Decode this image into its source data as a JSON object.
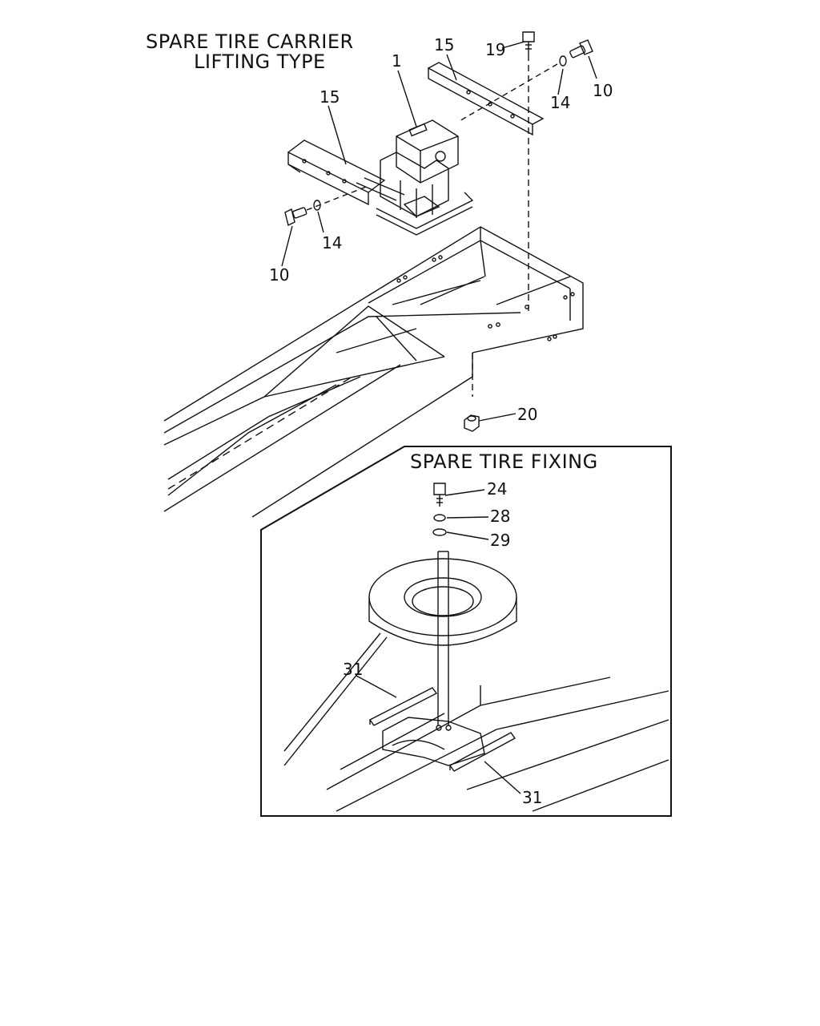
{
  "titles": {
    "main_line1": "SPARE TIRE CARRIER",
    "main_line2": "LIFTING TYPE",
    "inset": "SPARE TIRE FIXING"
  },
  "callouts": {
    "c1": "1",
    "c15_left": "15",
    "c15_right": "15",
    "c19": "19",
    "c10_right": "10",
    "c14_right": "14",
    "c14_left": "14",
    "c10_left": "10",
    "c20": "20",
    "c24": "24",
    "c28": "28",
    "c29": "29",
    "c31_left": "31",
    "c31_right": "31"
  },
  "colors": {
    "ink": "#111111",
    "paper": "#ffffff"
  }
}
